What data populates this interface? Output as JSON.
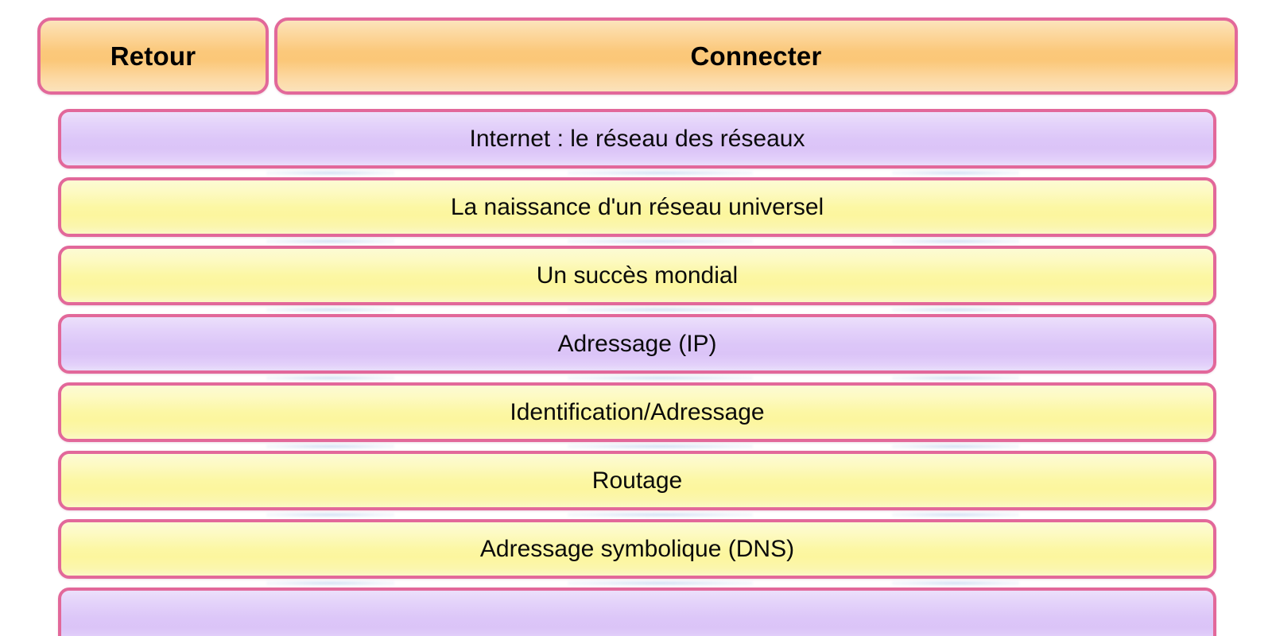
{
  "header": {
    "back_label": "Retour",
    "title_label": "Connecter"
  },
  "theme": {
    "border_color": "#e2689a",
    "header_gradient_from": "#fce4bd",
    "header_gradient_mid": "#fbc778",
    "header_gradient_to": "#fbe2bb",
    "row_purple_from": "#ece0fb",
    "row_purple_to": "#e9defb",
    "row_yellow_from": "#fcfbd4",
    "row_yellow_to": "#fbf8c6",
    "text_color": "#0b0b0b",
    "page_background": "#ffffff"
  },
  "list": {
    "items": [
      {
        "label": "Internet : le réseau des réseaux",
        "variant": "purple"
      },
      {
        "label": "La naissance d'un réseau universel",
        "variant": "yellow"
      },
      {
        "label": "Un succès mondial",
        "variant": "yellow"
      },
      {
        "label": "Adressage (IP)",
        "variant": "purple"
      },
      {
        "label": "Identification/Adressage",
        "variant": "yellow"
      },
      {
        "label": "Routage",
        "variant": "yellow"
      },
      {
        "label": "Adressage symbolique (DNS)",
        "variant": "yellow"
      },
      {
        "label": "",
        "variant": "purple"
      }
    ]
  }
}
